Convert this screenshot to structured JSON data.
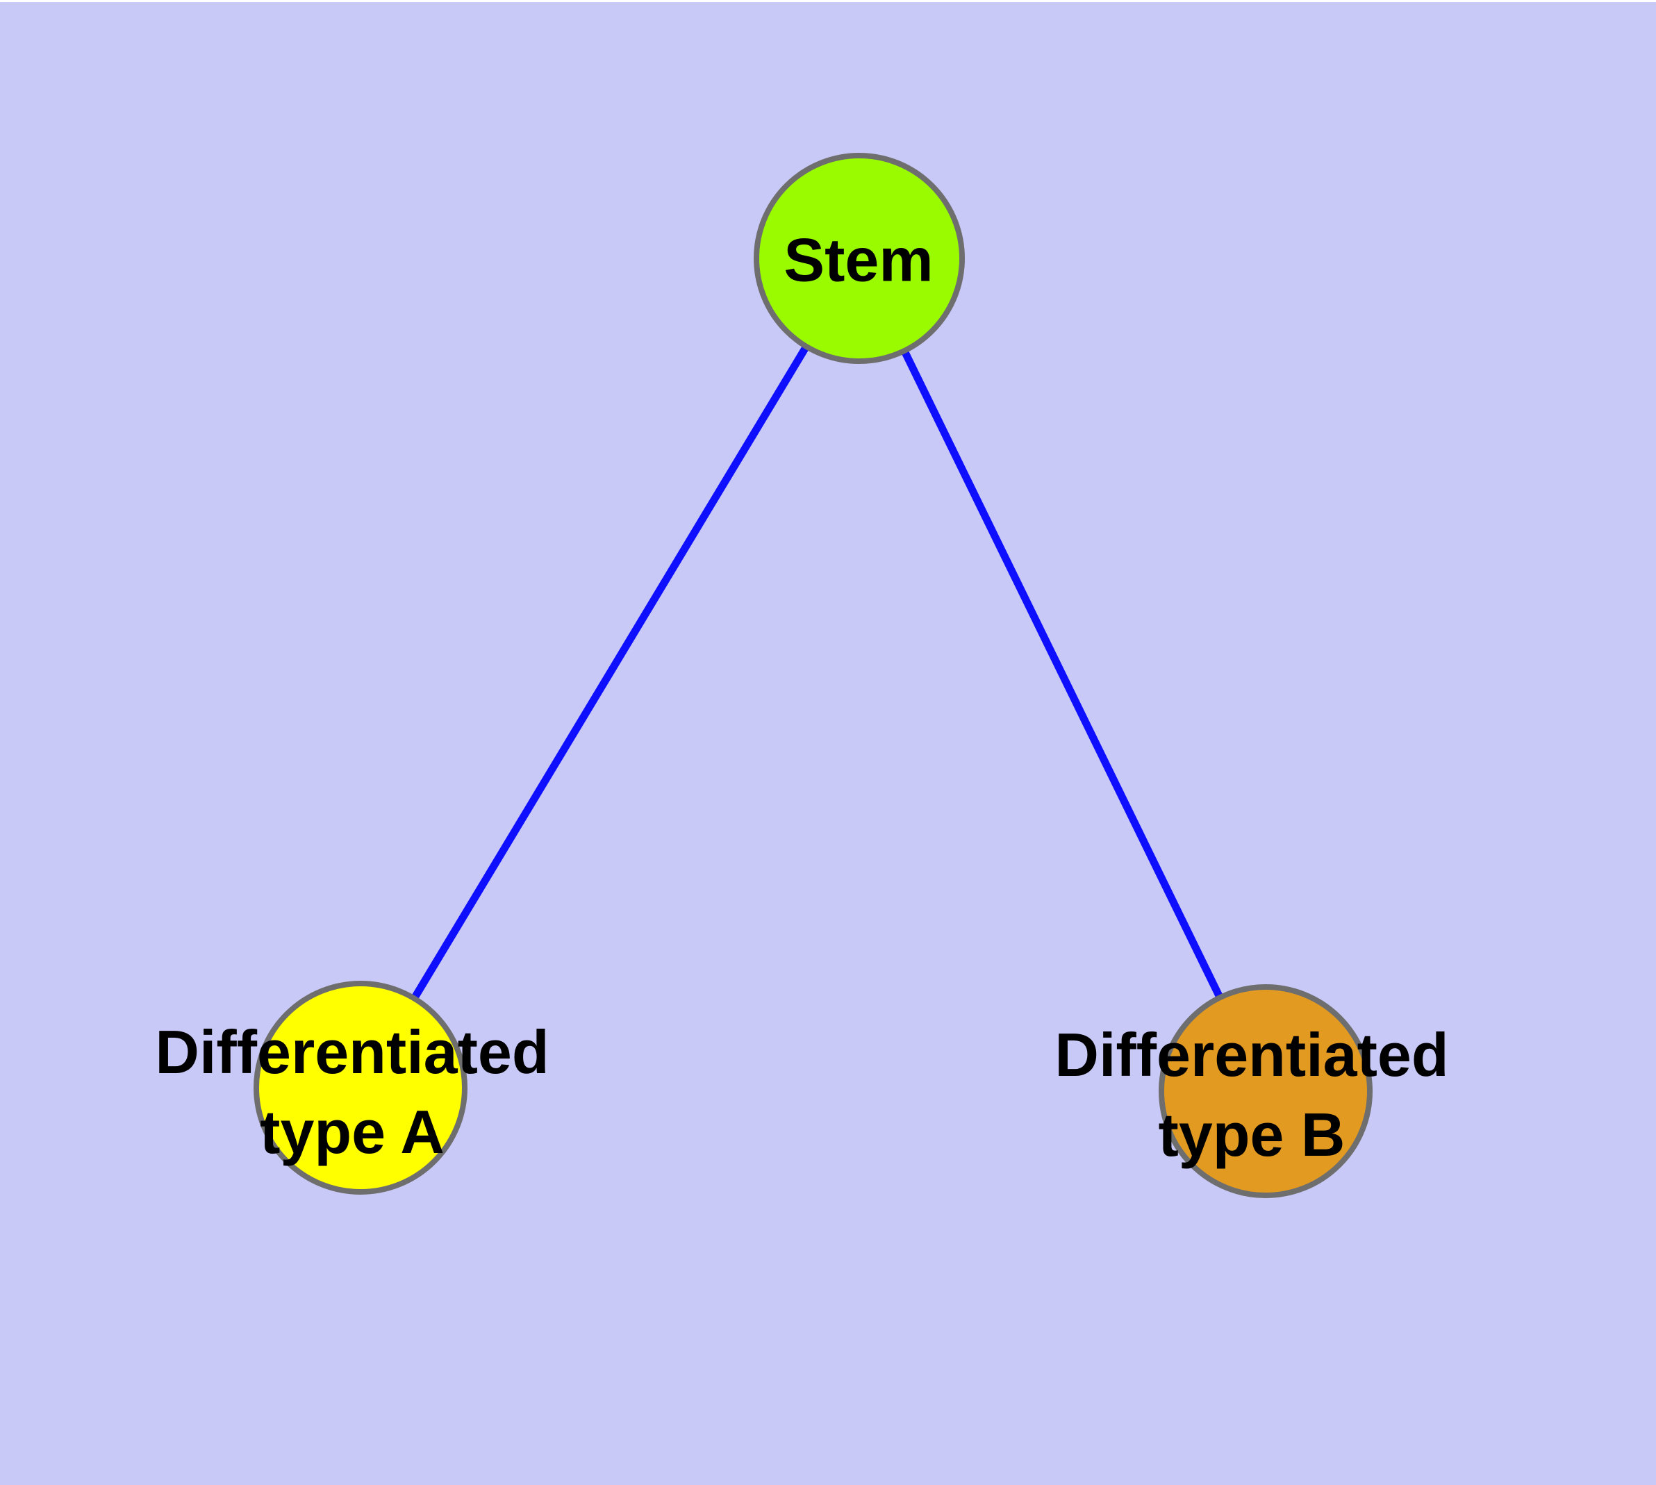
{
  "diagram": {
    "background_color": "#c9c9f8",
    "top_strip_color": "#ffffff",
    "edge_color": "#0f0fff",
    "node_border_color": "#6e6e6e",
    "text_color": "#000000",
    "nodes": [
      {
        "id": "stem",
        "label": "Stem",
        "line1": "Stem",
        "line2": "",
        "color": "#9afb00"
      },
      {
        "id": "diff-a",
        "label": "Differentiated type A",
        "line1": "Differentiated",
        "line2": "type A",
        "color": "#ffff00"
      },
      {
        "id": "diff-b",
        "label": "Differentiated type B",
        "line1": "Differentiated",
        "line2": "type B",
        "color": "#e39a20"
      }
    ],
    "edges": [
      {
        "from": "Stem",
        "to": "Differentiated type A"
      },
      {
        "from": "Stem",
        "to": "Differentiated type B"
      }
    ]
  }
}
